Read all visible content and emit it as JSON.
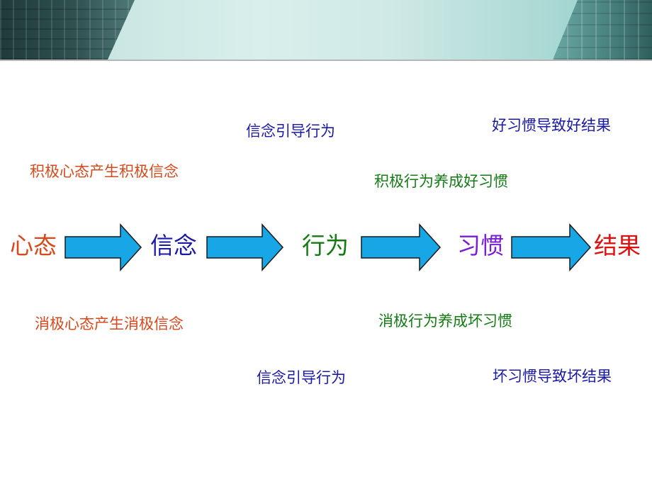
{
  "flow": {
    "nodes": [
      {
        "label": "心态",
        "color": "#e0451c"
      },
      {
        "label": "信念",
        "color": "#1a1aa6"
      },
      {
        "label": "行为",
        "color": "#157a15"
      },
      {
        "label": "习惯",
        "color": "#7a1fd6"
      },
      {
        "label": "结果",
        "color": "#e01010"
      }
    ],
    "arrow_color": "#17a7e6"
  },
  "positive": {
    "mindset_to_belief": "积极心态产生积极信念",
    "belief_to_behavior": "信念引导行为",
    "behavior_to_habit": "积极行为养成好习惯",
    "habit_to_result": "好习惯导致好结果"
  },
  "negative": {
    "mindset_to_belief": "消极心态产生消极信念",
    "belief_to_behavior": "信念引导行为",
    "behavior_to_habit": "消极行为养成坏习惯",
    "habit_to_result": "坏习惯导致坏结果"
  }
}
